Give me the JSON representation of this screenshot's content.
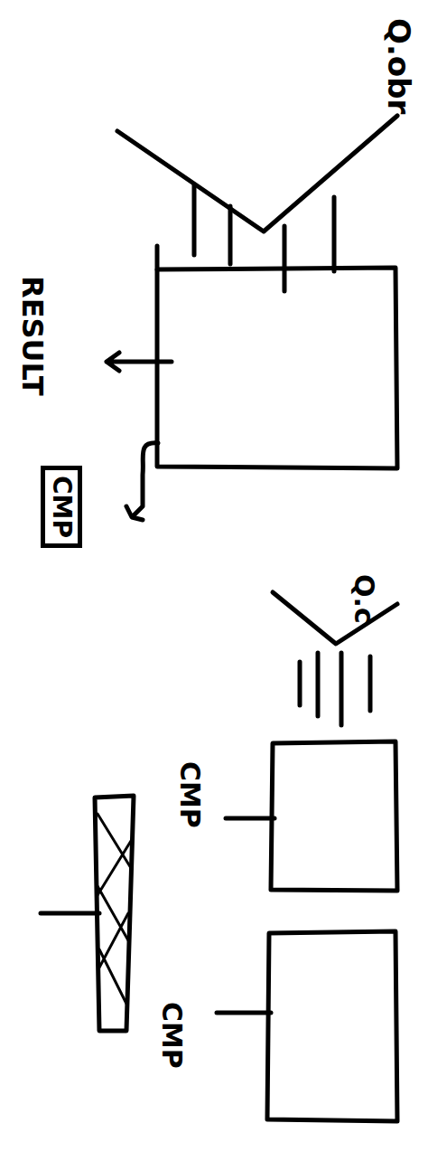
{
  "diagram": {
    "nodes": [
      {
        "text": [
          "CMP"
        ]
      }
    ],
    "labels": [
      "Q.obr",
      "RESULT",
      "Q.c",
      "CMP",
      "CMP"
    ]
  }
}
